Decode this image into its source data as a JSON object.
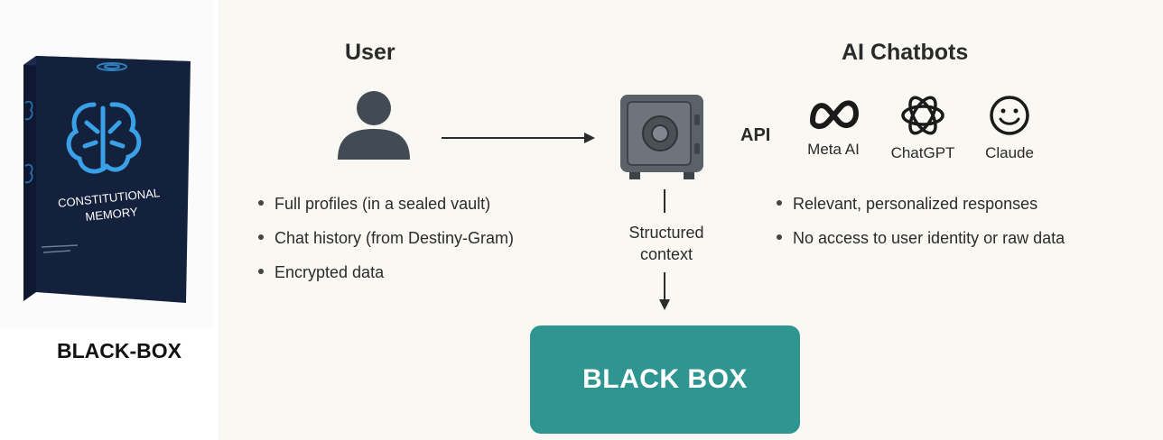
{
  "product": {
    "box_title_line1": "CONSTITUTIONAL",
    "box_title_line2": "MEMORY",
    "caption": "BLACK-BOX"
  },
  "diagram": {
    "user_heading": "User",
    "ai_heading": "AI Chatbots",
    "api_label": "API",
    "user_points": [
      "Full profiles (in a sealed vault)",
      "Chat history (from Destiny-Gram)",
      "Encrypted data"
    ],
    "ai_points": [
      "Relevant, personalized responses",
      "No access to user identity or raw data"
    ],
    "structured_context_line1": "Structured",
    "structured_context_line2": "context",
    "black_box_label": "BLACK BOX",
    "chatbots": [
      {
        "name": "Meta AI",
        "icon": "meta-infinity-icon"
      },
      {
        "name": "ChatGPT",
        "icon": "openai-knot-icon"
      },
      {
        "name": "Claude",
        "icon": "smiley-icon"
      }
    ]
  },
  "colors": {
    "teal": "#2e9590",
    "box_navy": "#14213d",
    "box_glow": "#3aa0e8",
    "panel_bg": "#faf8f3"
  }
}
